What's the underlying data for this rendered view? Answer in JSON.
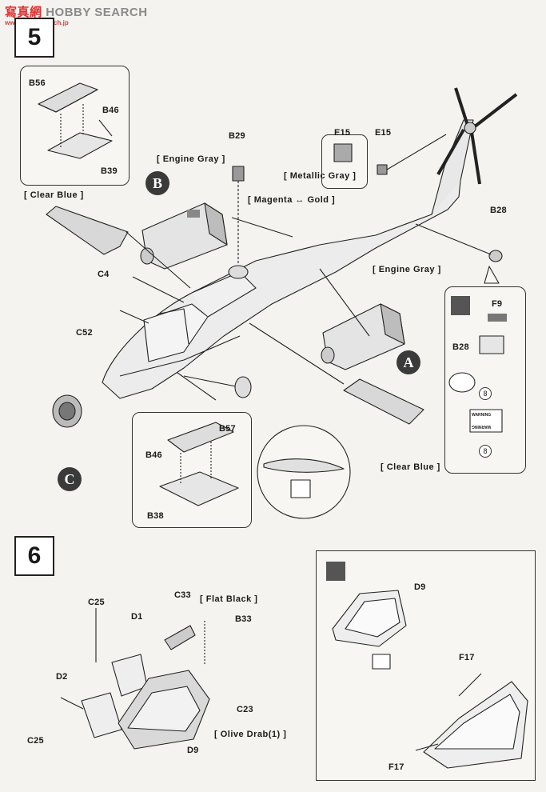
{
  "watermark": {
    "cn": "寫真網",
    "en": "HOBBY SEARCH",
    "url": "www.hobbysearch.jp"
  },
  "steps": [
    {
      "number": "5"
    },
    {
      "number": "6"
    }
  ],
  "step5": {
    "parts": {
      "b56": "B56",
      "b46_top": "B46",
      "b39": "B39",
      "b29": "B29",
      "e15_box": "E15",
      "e15": "E15",
      "b28": "B28",
      "c4": "C4",
      "c52": "C52",
      "f9": "F9",
      "b28_detail": "B28",
      "b57": "B57",
      "b46_bottom": "B46",
      "b38": "B38"
    },
    "paints": {
      "clear_blue_left": "[ Clear Blue ]",
      "engine_gray_top": "[ Engine Gray ]",
      "metallic_gray": "[ Metallic Gray ]",
      "magenta_gold": "[ Magenta ↔ Gold ]",
      "engine_gray_right": "[ Engine Gray ]",
      "clear_blue_right": "[ Clear Blue ]"
    },
    "badges": {
      "a": "A",
      "b": "B",
      "c": "C"
    },
    "decal_numbers": [
      "8",
      "8"
    ],
    "warning_text": [
      "WARNING",
      "WARNING"
    ]
  },
  "step6": {
    "parts": {
      "c25_top": "C25",
      "d1": "D1",
      "c33": "C33",
      "b33": "B33",
      "d2": "D2",
      "c23": "C23",
      "c25_bottom": "C25",
      "d9": "D9",
      "d9_detail": "D9",
      "f17_top": "F17",
      "f17_bottom": "F17"
    },
    "paints": {
      "flat_black": "[ Flat Black ]",
      "olive_drab": "[ Olive Drab(1) ]"
    }
  }
}
